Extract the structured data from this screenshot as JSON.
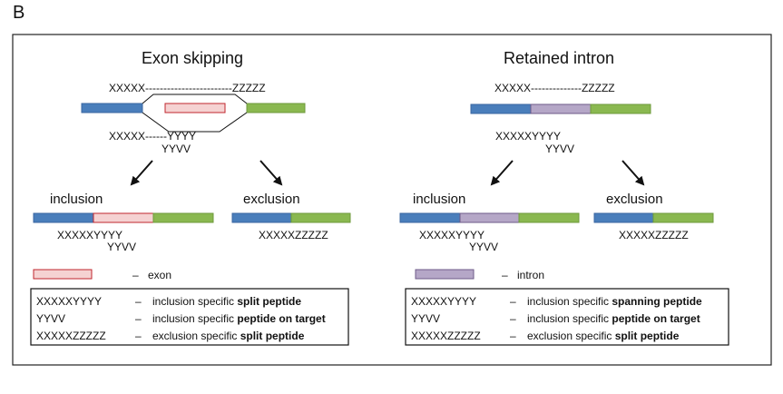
{
  "figure": {
    "panel_label": "B"
  },
  "colors": {
    "blue": "#4a7ebb",
    "blue_border": "#3a66a0",
    "green": "#8ab850",
    "green_border": "#6f9a3c",
    "exon_fill": "#f5d2d2",
    "exon_border": "#c0262d",
    "intron_fill": "#b5a7c7",
    "intron_border": "#6e5b8a"
  },
  "left": {
    "title": "Exon skipping",
    "top_seq": "XXXXX------------------------ZZZZZ",
    "mid_seq1": "XXXXX------YYYY",
    "mid_seq2": "YYVV",
    "inclusion_label": "inclusion",
    "exclusion_label": "exclusion",
    "incl_seq1": "XXXXXYYYY",
    "incl_seq2": "YYVV",
    "excl_seq": "XXXXXZZZZZ",
    "legend_dash": "–",
    "legend_label": "exon",
    "box": [
      {
        "seq": "XXXXXYYYY",
        "dash": "–",
        "desc": "inclusion specific ",
        "bold": "split peptide"
      },
      {
        "seq": "YYVV",
        "dash": "–",
        "desc": "inclusion specific ",
        "bold": "peptide on target"
      },
      {
        "seq": "XXXXXZZZZZ",
        "dash": "–",
        "desc": "exclusion specific ",
        "bold": "split peptide"
      }
    ]
  },
  "right": {
    "title": "Retained intron",
    "top_seq": "XXXXX--------------ZZZZZ",
    "mid_seq1": "XXXXXYYYY",
    "mid_seq2": "YYVV",
    "inclusion_label": "inclusion",
    "exclusion_label": "exclusion",
    "incl_seq1": "XXXXXYYYY",
    "incl_seq2": "YYVV",
    "excl_seq": "XXXXXZZZZZ",
    "legend_dash": "–",
    "legend_label": "intron",
    "box": [
      {
        "seq": "XXXXXYYYY",
        "dash": "–",
        "desc": "inclusion specific ",
        "bold": "spanning peptide"
      },
      {
        "seq": "YYVV",
        "dash": "–",
        "desc": "inclusion specific ",
        "bold": "peptide on target"
      },
      {
        "seq": "XXXXXZZZZZ",
        "dash": "–",
        "desc": "exclusion specific ",
        "bold": "split peptide"
      }
    ]
  }
}
